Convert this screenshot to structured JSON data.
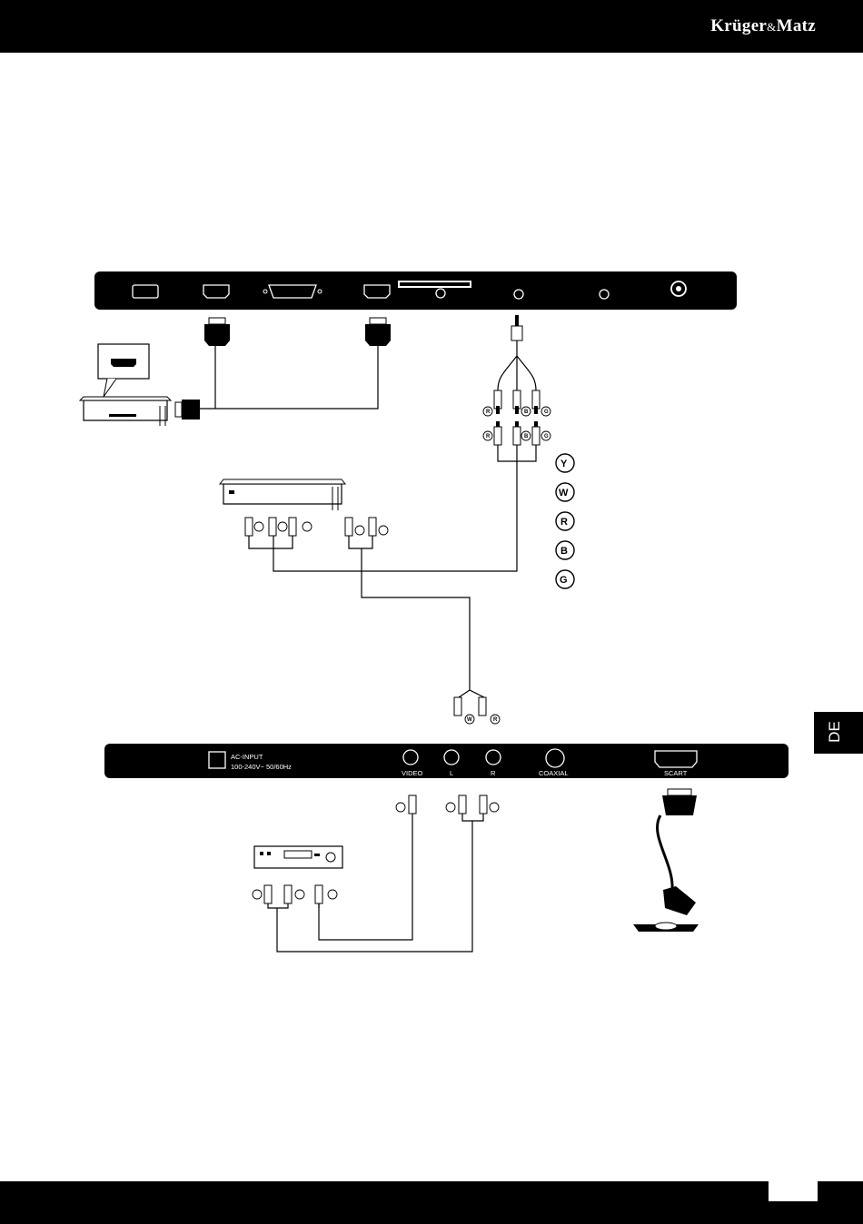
{
  "header": {
    "brand_main": "Krüger",
    "brand_amp": "&",
    "brand_end": "Matz"
  },
  "side_tab": {
    "lang": "DE"
  },
  "bottom_panel": {
    "ac_input": "AC-INPUT",
    "ac_spec": "100-240V~ 50/60Hz",
    "video": "VIDEO",
    "left": "L",
    "right": "R",
    "coaxial": "COAXIAL",
    "scart": "SCART"
  },
  "color_legend": [
    "Y",
    "W",
    "R",
    "B",
    "G"
  ],
  "cable_marks": {
    "red": "R",
    "blue": "B",
    "green": "G",
    "white": "W"
  }
}
